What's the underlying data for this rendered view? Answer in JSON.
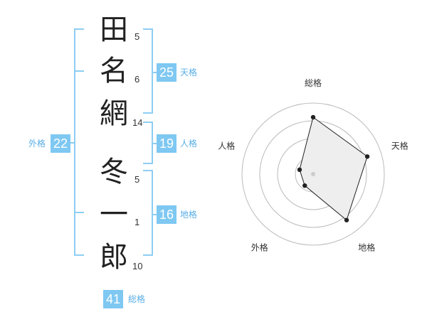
{
  "name": {
    "chars": [
      {
        "char": "田",
        "strokes": "5"
      },
      {
        "char": "名",
        "strokes": "6"
      },
      {
        "char": "網",
        "strokes": "14"
      },
      {
        "char": "冬",
        "strokes": "5"
      },
      {
        "char": "一",
        "strokes": "1"
      },
      {
        "char": "郎",
        "strokes": "10"
      }
    ]
  },
  "fortunes": {
    "tenkaku": {
      "value": "25",
      "label": "天格"
    },
    "jinkaku": {
      "value": "19",
      "label": "人格"
    },
    "chikaku": {
      "value": "16",
      "label": "地格"
    },
    "gaikaku": {
      "value": "22",
      "label": "外格"
    },
    "soukaku": {
      "value": "41",
      "label": "総格"
    }
  },
  "colors": {
    "accent": "#7ec8f2",
    "bracket": "#8dcdf3"
  },
  "chart_data": {
    "type": "radar",
    "axes": [
      "総格",
      "天格",
      "地格",
      "外格",
      "人格"
    ],
    "values": [
      4,
      4,
      4,
      1,
      1
    ],
    "max": 5,
    "rings": 4
  }
}
